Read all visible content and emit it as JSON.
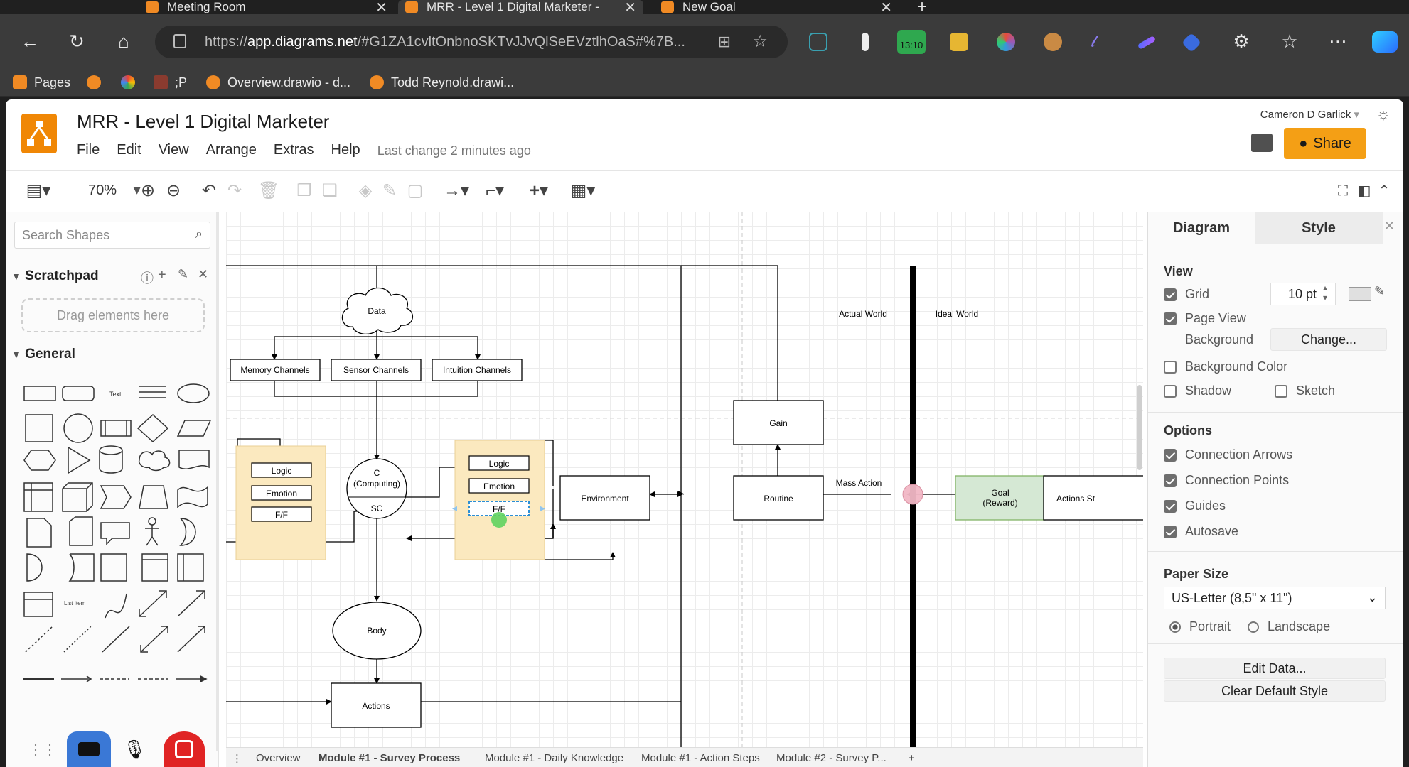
{
  "browser": {
    "tabs": [
      {
        "label": "Meeting Room",
        "active": false
      },
      {
        "label": "MRR - Level 1 Digital Marketer - ",
        "active": true
      },
      {
        "label": "New Goal",
        "active": false
      }
    ],
    "url_prefix": "https://",
    "url_host": "app.diagrams.net",
    "url_rest": "/#G1ZA1cvltOnbnoSKTvJJvQlSeEVztlhOaS#%7B...",
    "extension_badge": "13:10",
    "bookmarks": [
      "Pages",
      "",
      "",
      ";P",
      "Overview.drawio - d...",
      "Todd Reynold.drawi..."
    ]
  },
  "app": {
    "title": "MRR - Level 1 Digital Marketer",
    "menu": [
      "File",
      "Edit",
      "View",
      "Arrange",
      "Extras",
      "Help"
    ],
    "last_change": "Last change 2 minutes ago",
    "user": "Cameron D Garlick",
    "share_label": "Share",
    "zoom": "70%"
  },
  "sidebar": {
    "search_placeholder": "Search Shapes",
    "scratchpad_title": "Scratchpad",
    "drag_hint": "Drag elements here",
    "general_title": "General"
  },
  "diagram": {
    "labels": {
      "data": "Data",
      "memory": "Memory Channels",
      "sensor": "Sensor Channels",
      "intuition": "Intuition Channels",
      "logic": "Logic",
      "emotion": "Emotion",
      "ff": "F/F",
      "c": "C",
      "computing": "(Computing)",
      "sc": "SC",
      "environment": "Environment",
      "routine": "Routine",
      "gain": "Gain",
      "mass_action": "Mass Action",
      "actual_world": "Actual World",
      "ideal_world": "Ideal World",
      "goal": "Goal",
      "reward": "(Reward)",
      "actions_st": "Actions St",
      "body": "Body",
      "actions": "Actions"
    }
  },
  "page_tabs": [
    "Overview",
    "Module #1 - Survey Process",
    "Module #1 - Daily Knowledge",
    "Module #1 - Action Steps",
    "Module #2 - Survey P..."
  ],
  "format_panel": {
    "tabs": [
      "Diagram",
      "Style"
    ],
    "view_title": "View",
    "grid_label": "Grid",
    "grid_size": "10 pt",
    "page_view_label": "Page View",
    "background_label": "Background",
    "change_label": "Change...",
    "background_color_label": "Background Color",
    "shadow_label": "Shadow",
    "sketch_label": "Sketch",
    "options_title": "Options",
    "connection_arrows": "Connection Arrows",
    "connection_points": "Connection Points",
    "guides": "Guides",
    "autosave": "Autosave",
    "paper_size_title": "Paper Size",
    "paper_size": "US-Letter (8,5\" x 11\")",
    "portrait": "Portrait",
    "landscape": "Landscape",
    "edit_data": "Edit Data...",
    "clear_default_style": "Clear Default Style"
  },
  "colors": {
    "brand_orange": "#f08705",
    "share_orange": "#f49f15",
    "yellow_group": "#fbe9bf",
    "goal_green": "#d5e8d4",
    "record_red": "#e02424"
  }
}
